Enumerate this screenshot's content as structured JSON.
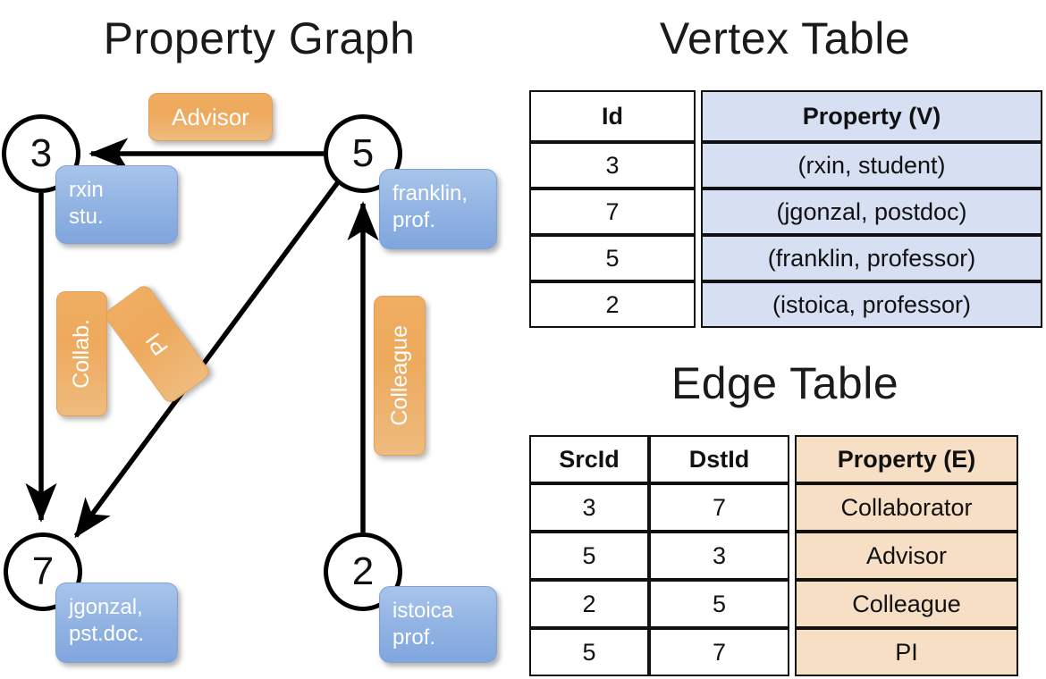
{
  "titles": {
    "property_graph": "Property Graph",
    "vertex_table": "Vertex Table",
    "edge_table": "Edge Table"
  },
  "graph": {
    "nodes": [
      {
        "id": "3",
        "name": "node-3",
        "property_lines": [
          "rxin",
          "stu."
        ]
      },
      {
        "id": "5",
        "name": "node-5",
        "property_lines": [
          "franklin,",
          "prof."
        ]
      },
      {
        "id": "7",
        "name": "node-7",
        "property_lines": [
          "jgonzal,",
          "pst.doc."
        ]
      },
      {
        "id": "2",
        "name": "node-2",
        "property_lines": [
          "istoica",
          "prof."
        ]
      }
    ],
    "node_labels": {
      "n3": "3",
      "n5": "5",
      "n7": "7",
      "n2": "2"
    },
    "vertex_props": {
      "rxin_l1": "rxin",
      "rxin_l2": "stu.",
      "franklin_l1": "franklin,",
      "franklin_l2": "prof.",
      "jgonzal_l1": "jgonzal,",
      "jgonzal_l2": "pst.doc.",
      "istoica_l1": "istoica",
      "istoica_l2": "prof."
    },
    "edge_labels": {
      "advisor": "Advisor",
      "collab": "Collab.",
      "pi": "PI",
      "colleague": "Colleague"
    },
    "edges": [
      {
        "src": "5",
        "dst": "3",
        "label": "Advisor"
      },
      {
        "src": "3",
        "dst": "7",
        "label": "Collab."
      },
      {
        "src": "5",
        "dst": "7",
        "label": "PI"
      },
      {
        "src": "2",
        "dst": "5",
        "label": "Colleague"
      }
    ]
  },
  "vertex_table": {
    "headers": [
      "Id",
      "Property (V)"
    ],
    "rows": [
      {
        "id": "3",
        "property": "(rxin, student)"
      },
      {
        "id": "7",
        "property": "(jgonzal, postdoc)"
      },
      {
        "id": "5",
        "property": "(franklin, professor)"
      },
      {
        "id": "2",
        "property": "(istoica, professor)"
      }
    ]
  },
  "edge_table": {
    "headers": [
      "SrcId",
      "DstId",
      "Property (E)"
    ],
    "rows": [
      {
        "src": "3",
        "dst": "7",
        "property": "Collaborator"
      },
      {
        "src": "5",
        "dst": "3",
        "property": "Advisor"
      },
      {
        "src": "2",
        "dst": "5",
        "property": "Colleague"
      },
      {
        "src": "5",
        "dst": "7",
        "property": "PI"
      }
    ]
  },
  "colors": {
    "vertex_fill": "#d6e0f2",
    "edge_fill": "#f7dfc6",
    "callout_blue": "#94b5e4",
    "callout_orange": "#eda95c",
    "stroke": "#111111",
    "background": "#ffffff"
  }
}
